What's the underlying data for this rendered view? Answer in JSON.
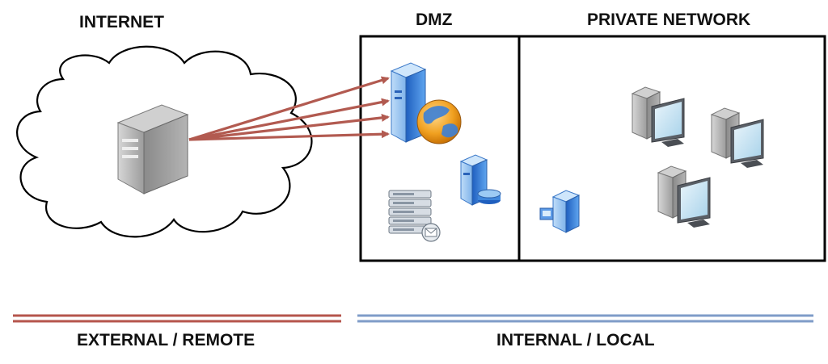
{
  "labels": {
    "internet": "INTERNET",
    "dmz": "DMZ",
    "private_network": "PRIVATE NETWORK",
    "external": "EXTERNAL / REMOTE",
    "internal": "INTERNAL / LOCAL"
  },
  "colors": {
    "external_line": "#b5554c",
    "internal_line": "#7f9cc8",
    "arrow": "#b25a50",
    "zone_border": "#000000"
  },
  "zones": [
    {
      "id": "internet",
      "icon": "cloud-icon"
    },
    {
      "id": "dmz",
      "icon": "zone-box"
    },
    {
      "id": "private-network",
      "icon": "zone-box"
    }
  ],
  "devices": [
    {
      "zone": "internet",
      "icon": "remote-server-icon"
    },
    {
      "zone": "dmz",
      "icon": "web-server-icon"
    },
    {
      "zone": "dmz",
      "icon": "database-server-icon"
    },
    {
      "zone": "dmz",
      "icon": "mail-server-icon"
    },
    {
      "zone": "private-network",
      "icon": "local-server-icon"
    },
    {
      "zone": "private-network",
      "icon": "workstation-icon"
    },
    {
      "zone": "private-network",
      "icon": "workstation-icon"
    },
    {
      "zone": "private-network",
      "icon": "workstation-icon"
    }
  ],
  "connections": {
    "from": "remote-server",
    "to": "web-server",
    "count": 4
  }
}
